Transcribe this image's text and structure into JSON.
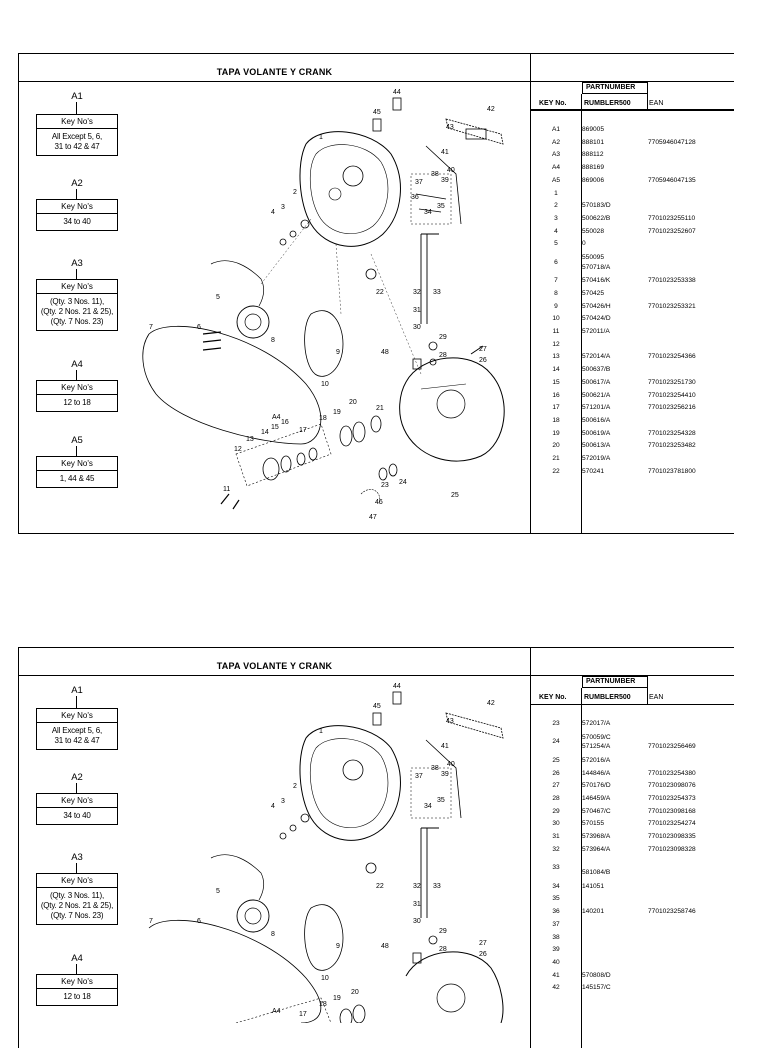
{
  "page": {
    "sections": [
      {
        "title": "TAPA VOLANTE Y CRANK",
        "legend": [
          {
            "letter": "A1",
            "head": "Key No's",
            "body": "All Except 5, 6,\n31 to 42 & 47"
          },
          {
            "letter": "A2",
            "head": "Key No's",
            "body": "34 to 40"
          },
          {
            "letter": "A3",
            "head": "Key No's",
            "body": "(Qty. 3 Nos. 11),\n(Qty. 2 Nos. 21 & 25),\n(Qty. 7 Nos. 23)"
          },
          {
            "letter": "A4",
            "head": "Key No's",
            "body": "12 to 18"
          },
          {
            "letter": "A5",
            "head": "Key No's",
            "body": "1, 44 & 45"
          }
        ],
        "table": {
          "header_partnumber": "PARTNUMBER",
          "header_key": "KEY No.",
          "header_model": "RUMBLER500",
          "header_ean": "EAN",
          "rows": [
            {
              "key": "A1",
              "parts": [
                "869005"
              ],
              "ean": ""
            },
            {
              "key": "A2",
              "parts": [
                "888101"
              ],
              "ean": "7705946047128"
            },
            {
              "key": "A3",
              "parts": [
                "888112"
              ],
              "ean": ""
            },
            {
              "key": "A4",
              "parts": [
                "888169"
              ],
              "ean": ""
            },
            {
              "key": "A5",
              "parts": [
                "869006"
              ],
              "ean": "7705946047135"
            },
            {
              "key": "1",
              "parts": [
                ""
              ],
              "ean": ""
            },
            {
              "key": "2",
              "parts": [
                "570183/D"
              ],
              "ean": ""
            },
            {
              "key": "3",
              "parts": [
                "500622/B"
              ],
              "ean": "7701023255110"
            },
            {
              "key": "4",
              "parts": [
                "550028"
              ],
              "ean": "7701023252607"
            },
            {
              "key": "5",
              "parts": [
                "0"
              ],
              "ean": ""
            },
            {
              "key": "6",
              "parts": [
                "550095",
                "570718/A"
              ],
              "ean": ""
            },
            {
              "key": "7",
              "parts": [
                "570416/K"
              ],
              "ean": "7701023253338"
            },
            {
              "key": "8",
              "parts": [
                "570425"
              ],
              "ean": ""
            },
            {
              "key": "9",
              "parts": [
                "570426/H"
              ],
              "ean": "7701023253321"
            },
            {
              "key": "10",
              "parts": [
                "570424/D"
              ],
              "ean": ""
            },
            {
              "key": "11",
              "parts": [
                "572011/A"
              ],
              "ean": ""
            },
            {
              "key": "12",
              "parts": [
                ""
              ],
              "ean": ""
            },
            {
              "key": "13",
              "parts": [
                "572014/A"
              ],
              "ean": "7701023254366"
            },
            {
              "key": "14",
              "parts": [
                "500637/B"
              ],
              "ean": ""
            },
            {
              "key": "15",
              "parts": [
                "500617/A"
              ],
              "ean": "7701023251730"
            },
            {
              "key": "16",
              "parts": [
                "500621/A"
              ],
              "ean": "7701023254410"
            },
            {
              "key": "17",
              "parts": [
                "571201/A"
              ],
              "ean": "7701023256216"
            },
            {
              "key": "18",
              "parts": [
                "500616/A"
              ],
              "ean": ""
            },
            {
              "key": "19",
              "parts": [
                "500619/A"
              ],
              "ean": "7701023254328"
            },
            {
              "key": "20",
              "parts": [
                "500613/A"
              ],
              "ean": "7701023253482"
            },
            {
              "key": "21",
              "parts": [
                "572019/A"
              ],
              "ean": ""
            },
            {
              "key": "22",
              "parts": [
                "570241"
              ],
              "ean": "7701023781800"
            }
          ]
        }
      },
      {
        "title": "TAPA VOLANTE Y CRANK",
        "legend": [
          {
            "letter": "A1",
            "head": "Key No's",
            "body": "All Except 5, 6,\n31 to 42 & 47"
          },
          {
            "letter": "A2",
            "head": "Key No's",
            "body": "34 to 40"
          },
          {
            "letter": "A3",
            "head": "Key No's",
            "body": "(Qty. 3 Nos. 11),\n(Qty. 2 Nos. 21 & 25),\n(Qty. 7 Nos. 23)"
          },
          {
            "letter": "A4",
            "head": "Key No's",
            "body": "12 to 18"
          }
        ],
        "table": {
          "header_partnumber": "PARTNUMBER",
          "header_key": "KEY No.",
          "header_model": "RUMBLER500",
          "header_ean": "EAN",
          "rows": [
            {
              "key": "23",
              "parts": [
                "572017/A"
              ],
              "ean": ""
            },
            {
              "key": "24",
              "parts": [
                "570059/C",
                "571254/A"
              ],
              "ean": "7701023256469"
            },
            {
              "key": "25",
              "parts": [
                "572016/A"
              ],
              "ean": ""
            },
            {
              "key": "26",
              "parts": [
                "144846/A"
              ],
              "ean": "7701023254380"
            },
            {
              "key": "27",
              "parts": [
                "570176/D"
              ],
              "ean": "7701023098076"
            },
            {
              "key": "28",
              "parts": [
                "146459/A"
              ],
              "ean": "7701023254373"
            },
            {
              "key": "29",
              "parts": [
                "570467/C"
              ],
              "ean": "7701023098168"
            },
            {
              "key": "30",
              "parts": [
                "570155"
              ],
              "ean": "7701023254274"
            },
            {
              "key": "31",
              "parts": [
                "573968/A"
              ],
              "ean": "7701023098335"
            },
            {
              "key": "32",
              "parts": [
                "573964/A"
              ],
              "ean": "7701023098328"
            },
            {
              "key": "33",
              "parts": [
                "",
                "581084/B"
              ],
              "ean": ""
            },
            {
              "key": "34",
              "parts": [
                "141051"
              ],
              "ean": ""
            },
            {
              "key": "35",
              "parts": [
                ""
              ],
              "ean": ""
            },
            {
              "key": "36",
              "parts": [
                "140201"
              ],
              "ean": "7701023258746"
            },
            {
              "key": "37",
              "parts": [
                ""
              ],
              "ean": ""
            },
            {
              "key": "38",
              "parts": [
                ""
              ],
              "ean": ""
            },
            {
              "key": "39",
              "parts": [
                ""
              ],
              "ean": ""
            },
            {
              "key": "40",
              "parts": [
                ""
              ],
              "ean": ""
            },
            {
              "key": "41",
              "parts": [
                "570808/D"
              ],
              "ean": ""
            },
            {
              "key": "42",
              "parts": [
                "145157/C"
              ],
              "ean": ""
            }
          ]
        }
      }
    ],
    "diagram_labels": [
      "44",
      "45",
      "43",
      "42",
      "41",
      "1",
      "2",
      "3",
      "4",
      "5",
      "6",
      "7",
      "8",
      "9",
      "10",
      "22",
      "33",
      "34",
      "35",
      "36",
      "37",
      "38",
      "39",
      "40",
      "32",
      "31",
      "30",
      "29",
      "28",
      "27",
      "26",
      "48",
      "11",
      "12",
      "13",
      "14",
      "15",
      "16",
      "17",
      "18",
      "19",
      "20",
      "21",
      "23",
      "24",
      "25",
      "46",
      "47",
      "A4"
    ]
  }
}
